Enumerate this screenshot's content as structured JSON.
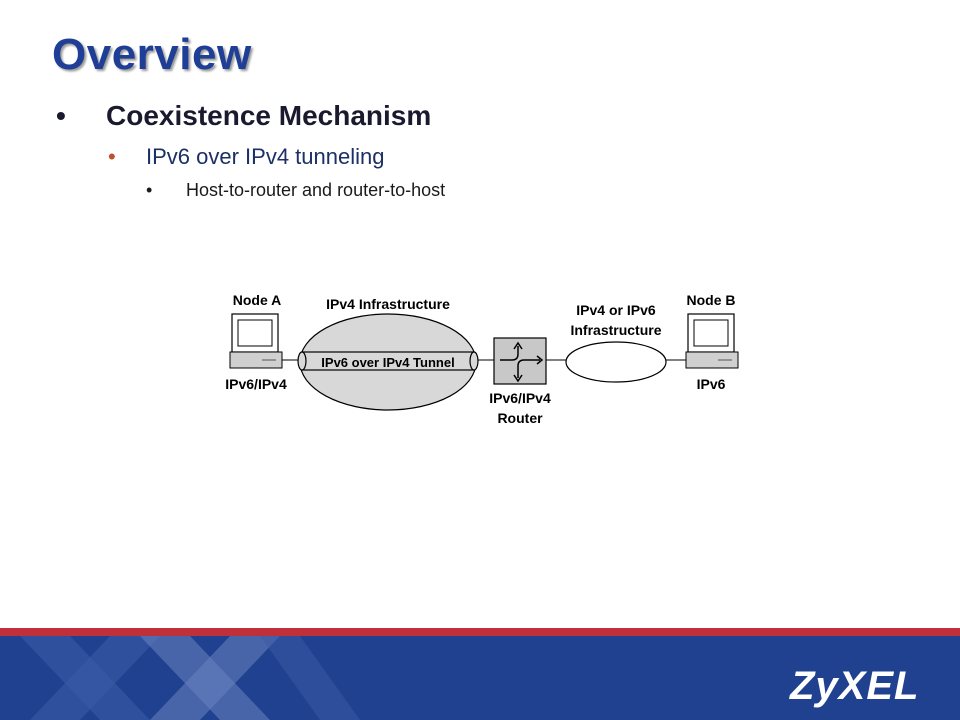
{
  "slide": {
    "title": "Overview",
    "bullets": [
      {
        "marker": "•",
        "text": "Coexistence Mechanism"
      },
      {
        "marker": "•",
        "text": "IPv6 over IPv4 tunneling"
      },
      {
        "marker": "•",
        "text": "Host-to-router and router-to-host"
      }
    ]
  },
  "diagram": {
    "node_a": {
      "name": "Node A",
      "stack": "IPv6/IPv4"
    },
    "node_b": {
      "name": "Node B",
      "stack": "IPv6"
    },
    "ipv4_cloud_label": "IPv4 Infrastructure",
    "tunnel_label": "IPv6 over IPv4 Tunnel",
    "router_label_1": "IPv6/IPv4",
    "router_label_2": "Router",
    "right_cloud_label_1": "IPv4 or IPv6",
    "right_cloud_label_2": "Infrastructure"
  },
  "footer": {
    "logo_text": "ZyXEL",
    "accent_colors": {
      "red": "#c0303a",
      "blue": "#20418f"
    }
  }
}
